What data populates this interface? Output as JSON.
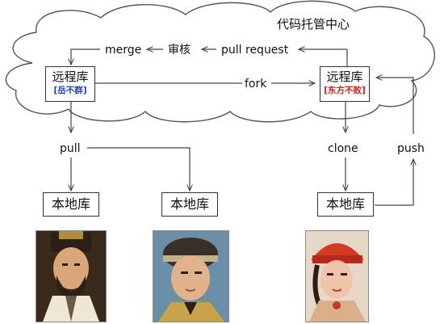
{
  "cloud": {
    "title": "代码托管中心"
  },
  "flow": {
    "merge": "merge",
    "review": "审核",
    "pull_request": "pull request",
    "fork": "fork",
    "pull": "pull",
    "clone": "clone",
    "push": "push"
  },
  "remote_repos": [
    {
      "name": "远程库",
      "owner": "[岳不群]",
      "owner_color": "#1f3fbf"
    },
    {
      "name": "远程库",
      "owner": "[东方不败]",
      "owner_color": "#d21a1a"
    }
  ],
  "local_repos": [
    {
      "name": "本地库"
    },
    {
      "name": "本地库"
    },
    {
      "name": "本地库"
    }
  ],
  "portraits": [
    "elder-scholar",
    "young-swordsman",
    "red-hat-heroine"
  ]
}
